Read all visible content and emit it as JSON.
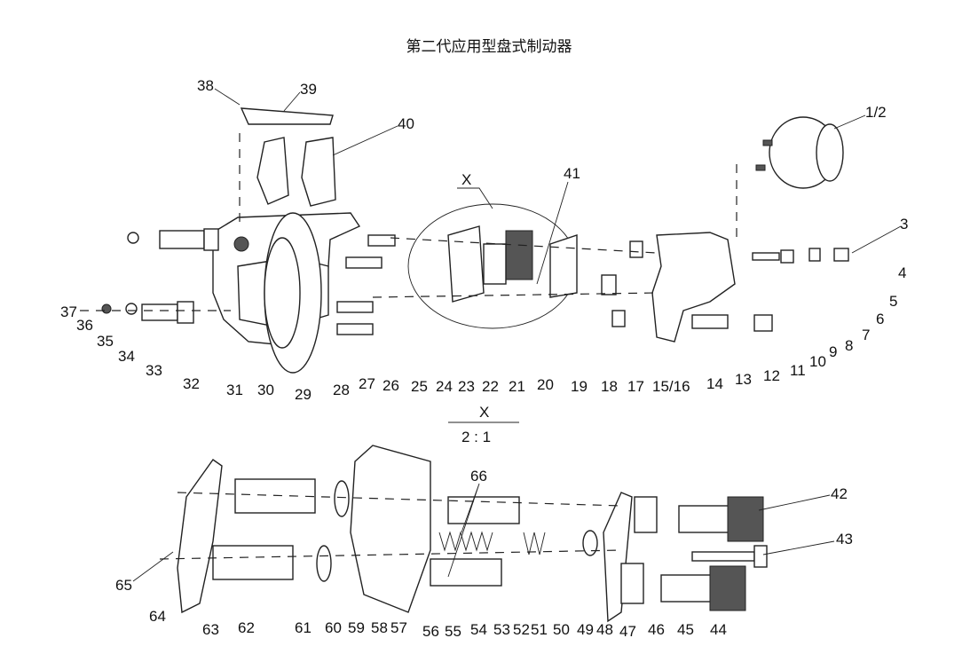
{
  "title": "第二代应用型盘式制动器",
  "detail": {
    "marker": "X",
    "scale_name": "X",
    "scale": "2 : 1"
  },
  "labels": [
    "1/2",
    "3",
    "4",
    "5",
    "6",
    "7",
    "8",
    "9",
    "10",
    "11",
    "12",
    "13",
    "14",
    "15/16",
    "17",
    "18",
    "19",
    "20",
    "21",
    "22",
    "23",
    "24",
    "25",
    "26",
    "27",
    "28",
    "29",
    "30",
    "31",
    "32",
    "33",
    "34",
    "35",
    "36",
    "37",
    "38",
    "39",
    "40",
    "41",
    "42",
    "43",
    "44",
    "45",
    "46",
    "47",
    "48",
    "49",
    "50",
    "51",
    "52",
    "53",
    "54",
    "55",
    "56",
    "57",
    "58",
    "59",
    "60",
    "61",
    "62",
    "63",
    "64",
    "65",
    "66"
  ]
}
